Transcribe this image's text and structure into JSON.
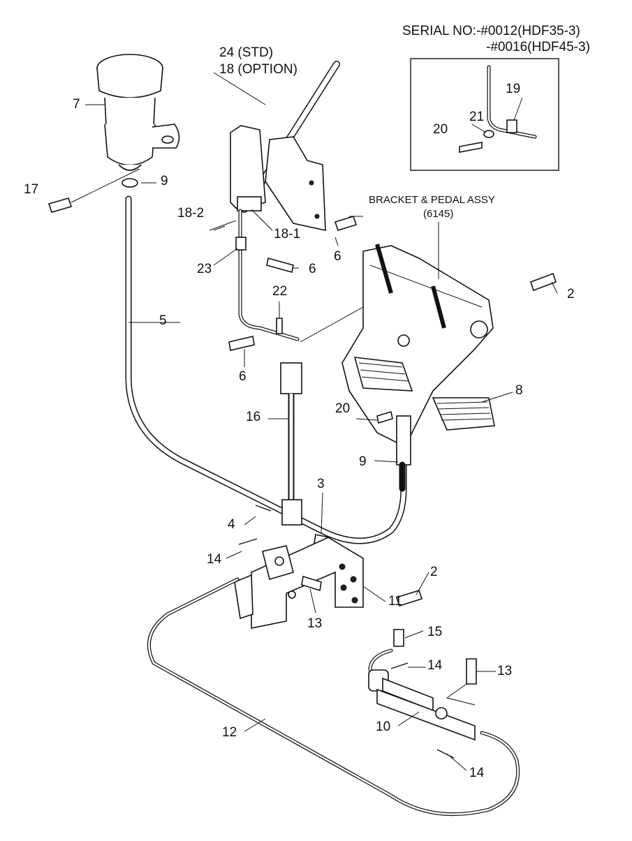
{
  "serial": {
    "line1": "SERIAL NO:-#0012(HDF35-3)",
    "line2": "-#0016(HDF45-3)"
  },
  "assembly": {
    "title": "BRACKET & PEDAL ASSY",
    "code": "(6145)"
  },
  "lever": {
    "std": "24 (STD)",
    "option": "18 (OPTION)"
  },
  "callouts": {
    "c7": "7",
    "c17": "17",
    "c9a": "9",
    "c5": "5",
    "c18_2": "18-2",
    "c18_1": "18-1",
    "c23": "23",
    "c6a": "6",
    "c6b": "6",
    "c6c": "6",
    "c22": "22",
    "c19": "19",
    "c21": "21",
    "c20a": "20",
    "c2a": "2",
    "c8": "8",
    "c20b": "20",
    "c16": "16",
    "c9b": "9",
    "c3": "3",
    "c4": "4",
    "c14a": "14",
    "c2b": "2",
    "c11": "11",
    "c13a": "13",
    "c15": "15",
    "c14b": "14",
    "c13b": "13",
    "c10": "10",
    "c12": "12",
    "c14c": "14"
  }
}
